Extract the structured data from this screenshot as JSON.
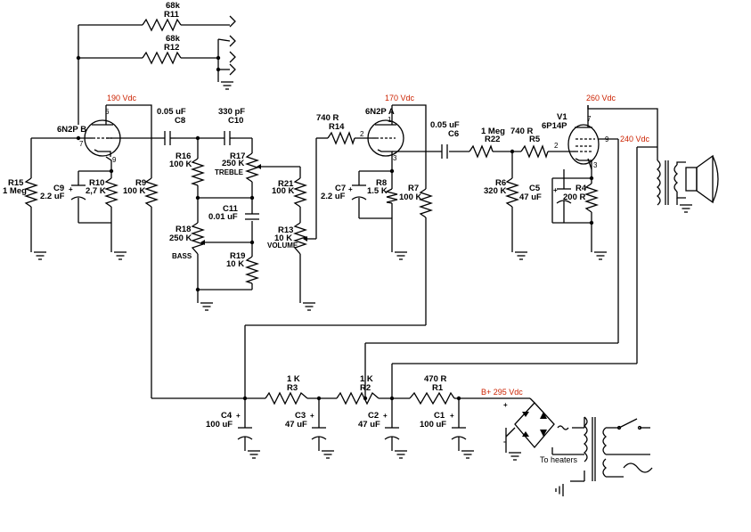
{
  "voltages": {
    "v190": "190 Vdc",
    "v170": "170 Vdc",
    "v260": "260 Vdc",
    "v240": "240 Vdc",
    "vbplus": "B+ 295 Vdc"
  },
  "tubes": {
    "v1_ref": "V1",
    "t1": "6N2P B",
    "t2": "6N2P A",
    "t3": "6P14P"
  },
  "pins": {
    "p6": "6",
    "p7a": "7",
    "p9a": "9",
    "p1": "1",
    "p2a": "2",
    "p3a": "3",
    "p7b": "7",
    "p9b": "9",
    "p2b": "2",
    "p3b": "3"
  },
  "components": {
    "R11": {
      "ref": "R11",
      "value": "68k"
    },
    "R12": {
      "ref": "R12",
      "value": "68k"
    },
    "R15": {
      "ref": "R15",
      "value": "1 Meg"
    },
    "C9": {
      "ref": "C9",
      "value": "2.2 uF"
    },
    "R10": {
      "ref": "R10",
      "value": "2,7 K"
    },
    "R9": {
      "ref": "R9",
      "value": "100 K"
    },
    "C8": {
      "ref": "C8",
      "value": "0.05 uF"
    },
    "C10": {
      "ref": "C10",
      "value": "330 pF"
    },
    "R16": {
      "ref": "R16",
      "value": "100 K"
    },
    "R17": {
      "ref": "R17",
      "value": "250 K",
      "name": "TREBLE"
    },
    "C11": {
      "ref": "C11",
      "value": "0.01 uF"
    },
    "R18": {
      "ref": "R18",
      "value": "250 K",
      "name": "BASS"
    },
    "R19": {
      "ref": "R19",
      "value": "10 K"
    },
    "R21": {
      "ref": "R21",
      "value": "100 K"
    },
    "R13": {
      "ref": "R13",
      "value": "10 K",
      "name": "VOLUME"
    },
    "R14": {
      "ref": "R14",
      "value": "740 R"
    },
    "C7": {
      "ref": "C7",
      "value": "2.2 uF"
    },
    "R8": {
      "ref": "R8",
      "value": "1.5 K"
    },
    "R7": {
      "ref": "R7",
      "value": "100 K"
    },
    "C6": {
      "ref": "C6",
      "value": "0.05 uF"
    },
    "R22": {
      "ref": "R22",
      "value": "1 Meg"
    },
    "R5": {
      "ref": "R5",
      "value": "740 R"
    },
    "R6": {
      "ref": "R6",
      "value": "320 K"
    },
    "C5": {
      "ref": "C5",
      "value": "47 uF"
    },
    "R4": {
      "ref": "R4",
      "value": "200 R"
    },
    "R3": {
      "ref": "R3",
      "value": "1 K"
    },
    "R2": {
      "ref": "R2",
      "value": "1 K"
    },
    "R1": {
      "ref": "R1",
      "value": "470 R"
    },
    "C4": {
      "ref": "C4",
      "value": "100 uF"
    },
    "C3": {
      "ref": "C3",
      "value": "47 uF"
    },
    "C2": {
      "ref": "C2",
      "value": "47 uF"
    },
    "C1": {
      "ref": "C1",
      "value": "100 uF"
    }
  },
  "notes": {
    "heaters": "To heaters",
    "plus": "+",
    "minus": "-"
  }
}
